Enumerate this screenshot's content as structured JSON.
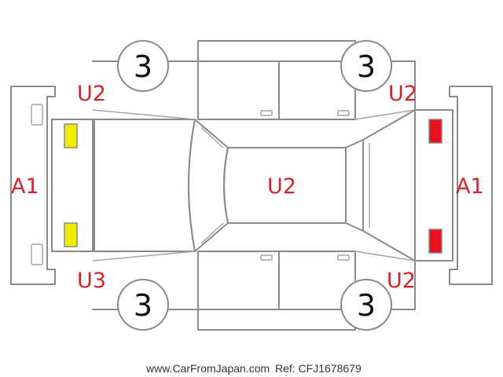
{
  "colors": {
    "code": "#d0262b",
    "outline": "#8a8a8a",
    "yellow_lamp": "#f2ea00",
    "red_lamp": "#e8101e"
  },
  "wheels": {
    "front_left": "3",
    "front_right": "3",
    "rear_left": "3",
    "rear_right": "3"
  },
  "damage_codes": {
    "front_bumper": "A1",
    "rear_bumper": "A1",
    "roof": "U2",
    "front_left_fender": "U2",
    "rear_left_quarter": "U2",
    "front_right_fender": "U3",
    "rear_right_quarter": "U2"
  },
  "footer": {
    "site": "www.CarFromJapan.com",
    "ref": "Ref: CFJ1678679"
  }
}
